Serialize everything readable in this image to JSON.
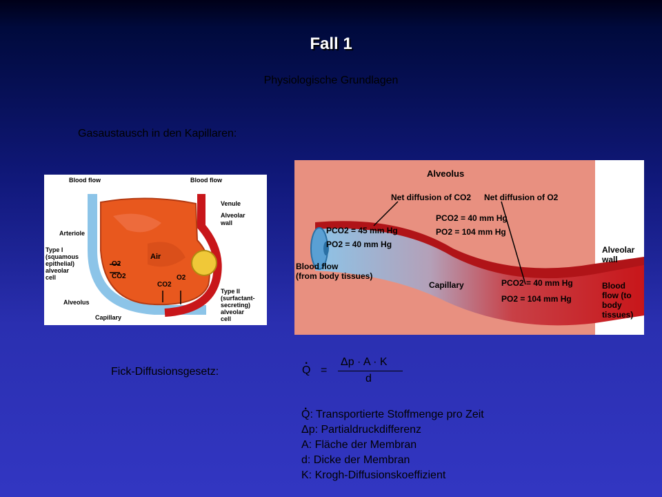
{
  "slide": {
    "title": "Fall 1",
    "subtitle": "Physiologische Grundlagen",
    "gas_heading": "Gasaustausch in den Kapillaren:",
    "fick_label": "Fick-Diffusionsgesetz:"
  },
  "alveolus_figure": {
    "blood_flow_left": "Blood flow",
    "blood_flow_right": "Blood flow",
    "venule": "Venule",
    "alveolar_wall_1": "Alveolar",
    "alveolar_wall_2": "wall",
    "arteriole": "Arteriole",
    "air": "Air",
    "type1_1": "Type I",
    "type1_2": "(squamous",
    "type1_3": "epithelial)",
    "type1_4": "alveolar",
    "type1_5": "cell",
    "o2_left": "O2",
    "co2_left": "CO2",
    "co2_bottom": "CO2",
    "o2_bottom": "O2",
    "alveolus": "Alveolus",
    "capillary": "Capillary",
    "type2_1": "Type II",
    "type2_2": "(surfactant-",
    "type2_3": "secreting)",
    "type2_4": "alveolar",
    "type2_5": "cell"
  },
  "diffusion_figure": {
    "alveolus": "Alveolus",
    "net_co2": "Net diffusion of CO2",
    "net_o2": "Net diffusion of O2",
    "pco2_alv": "PCO2 = 40 mm Hg",
    "po2_alv": "PO2 = 104 mm Hg",
    "pco2_in": "PCO2 = 45 mm Hg",
    "po2_in": "PO2 = 40 mm Hg",
    "blood_in_1": "Blood flow",
    "blood_in_2": "(from body tissues)",
    "capillary": "Capillary",
    "pco2_out": "PCO2 = 40 mm Hg",
    "po2_out": "PO2 = 104 mm Hg",
    "alveolar_wall_1": "Alveolar",
    "alveolar_wall_2": "wall",
    "blood_out_1": "Blood",
    "blood_out_2": "flow (to",
    "blood_out_3": "body",
    "blood_out_4": "tissues)"
  },
  "formula": {
    "q": "Q",
    "dot": ".",
    "equals": "=",
    "numerator": "Δp · A · K",
    "denominator": "d"
  },
  "definitions": {
    "dot": ".",
    "q": "Q: Transportierte Stoffmenge pro Zeit",
    "dp": "Δp: Partialdruckdifferenz",
    "a": "A: Fläche der Membran",
    "d": "d: Dicke der Membran",
    "k": "K: Krogh-Diffusionskoeffizient"
  },
  "colors": {
    "blood_red": "#c8161a",
    "venous_blue": "#8cc4e8",
    "alveolus_orange": "#e8581e",
    "surfactant_yellow": "#f0c838"
  }
}
